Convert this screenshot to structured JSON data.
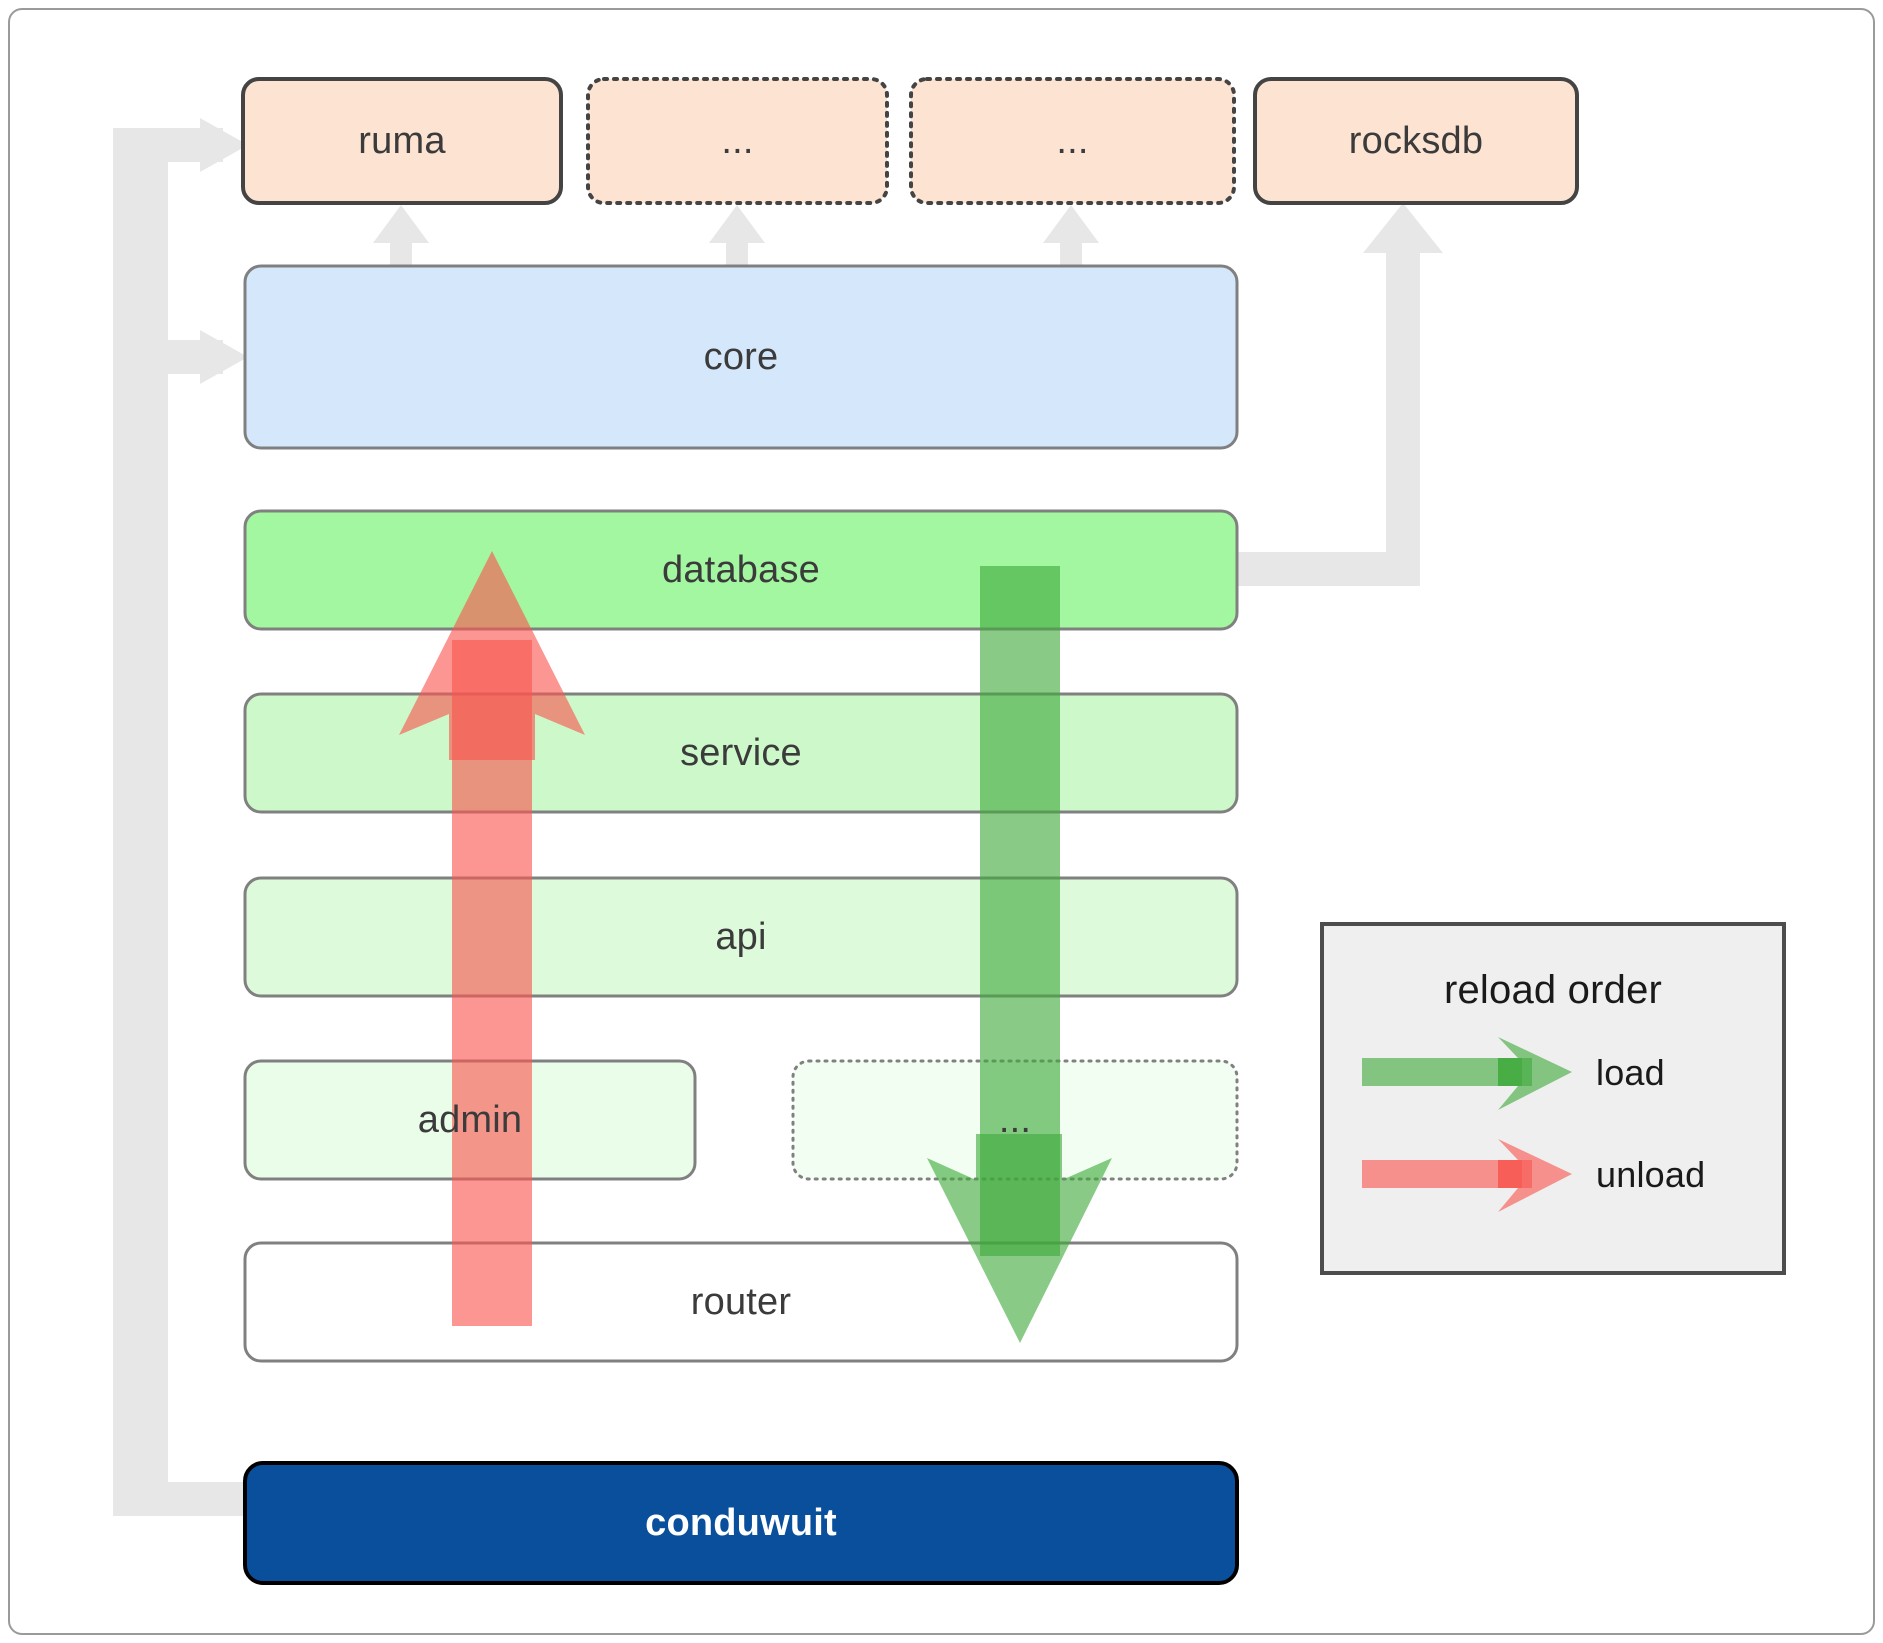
{
  "diagram": {
    "title": "conduwuit crate architecture / reload order",
    "colors": {
      "outer_border": "#9a9a9a",
      "dep_fill": "#fde3d2",
      "dep_stroke": "#444444",
      "core_fill": "#d5e7fb",
      "core_stroke": "#808080",
      "database_fill": "#a3f7a0",
      "service_fill": "#cdf8c9",
      "api_fill": "#ddfada",
      "admin_fill": "#eafde8",
      "dots_fill": "#eafde8",
      "router_fill": "#ffffff",
      "conduwuit_fill": "#0a4f9c",
      "conduwuit_stroke": "#000000",
      "connector_gray": "#e7e7e7",
      "load_green": "#3fa93c",
      "unload_red": "#f9564f",
      "legend_fill": "#efefef",
      "legend_stroke": "#4d4d4d",
      "text_dark": "#3b3b3b",
      "text_white": "#ffffff"
    },
    "dependencies": [
      {
        "id": "ruma",
        "label": "ruma",
        "style": "solid"
      },
      {
        "id": "dep2",
        "label": "...",
        "style": "dotted"
      },
      {
        "id": "dep3",
        "label": "...",
        "style": "dotted"
      },
      {
        "id": "rocksdb",
        "label": "rocksdb",
        "style": "solid"
      }
    ],
    "crates": [
      {
        "id": "core",
        "label": "core",
        "style": "solid"
      },
      {
        "id": "database",
        "label": "database",
        "style": "solid"
      },
      {
        "id": "service",
        "label": "service",
        "style": "solid"
      },
      {
        "id": "api",
        "label": "api",
        "style": "solid"
      },
      {
        "id": "admin",
        "label": "admin",
        "style": "solid"
      },
      {
        "id": "more",
        "label": "...",
        "style": "dotted"
      },
      {
        "id": "router",
        "label": "router",
        "style": "solid"
      }
    ],
    "binary": {
      "id": "conduwuit",
      "label": "conduwuit"
    },
    "legend": {
      "title": "reload order",
      "items": [
        {
          "id": "load",
          "label": "load",
          "color": "#3fa93c"
        },
        {
          "id": "unload",
          "label": "unload",
          "color": "#f9564f"
        }
      ]
    },
    "flows": [
      {
        "id": "load-arrow",
        "label": "load",
        "direction": "down",
        "from": "database",
        "to": "router"
      },
      {
        "id": "unload-arrow",
        "label": "unload",
        "direction": "up",
        "from": "router",
        "to": "database"
      }
    ]
  }
}
